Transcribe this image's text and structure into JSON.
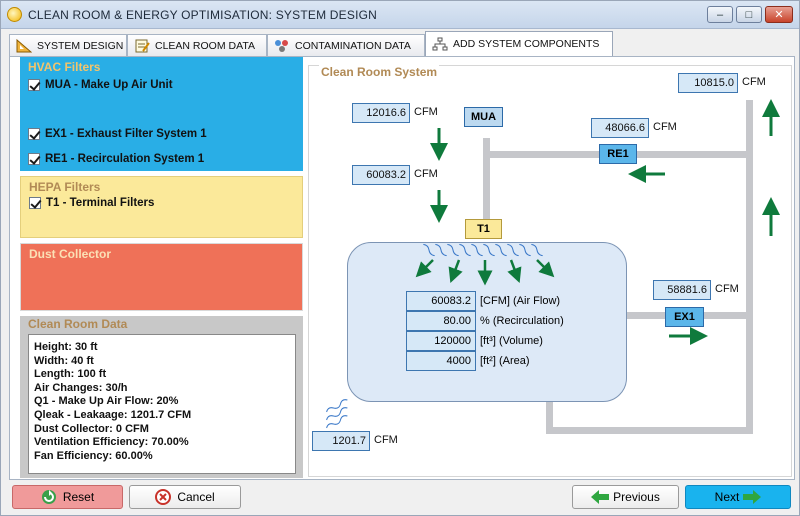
{
  "window": {
    "title": "CLEAN ROOM & ENERGY OPTIMISATION: SYSTEM DESIGN",
    "minimize_glyph": "–",
    "maximize_glyph": "□",
    "close_glyph": "✕"
  },
  "tabs": [
    {
      "label": "SYSTEM DESIGN",
      "icon": "ruler-triangle-icon"
    },
    {
      "label": "CLEAN ROOM DATA",
      "icon": "notepad-icon"
    },
    {
      "label": "CONTAMINATION DATA",
      "icon": "molecules-icon"
    },
    {
      "label": "ADD SYSTEM COMPONENTS",
      "icon": "hierarchy-icon"
    }
  ],
  "hvac": {
    "title": "HVAC Filters",
    "items": [
      {
        "label": "MUA - Make Up Air Unit",
        "checked": true
      },
      {
        "label": "EX1 - Exhaust Filter System 1",
        "checked": true
      },
      {
        "label": "RE1 - Recirculation System 1",
        "checked": true
      }
    ]
  },
  "hepa": {
    "title": "HEPA Filters",
    "items": [
      {
        "label": "T1 - Terminal Filters",
        "checked": true
      }
    ]
  },
  "dust": {
    "title": "Dust Collector"
  },
  "room_data": {
    "title": "Clean Room Data",
    "lines": [
      "Height: 30 ft",
      "Width: 40 ft",
      "Length: 100 ft",
      "Air Changes: 30/h",
      "Q1 - Make Up Air Flow: 20%",
      "Qleak - Leakaage: 1201.7 CFM",
      "Dust Collector: 0 CFM",
      "Ventilation Efficiency: 70.00%",
      "Fan Efficiency: 60.00%"
    ]
  },
  "diagram": {
    "title": "Clean Room System",
    "unit": "CFM",
    "flows": {
      "mua_in": "12016.6",
      "t1_in": "60083.2",
      "exhaust_out": "10815.0",
      "re1": "48066.6",
      "ex1": "58881.6",
      "leak": "1201.7"
    },
    "components": {
      "mua": "MUA",
      "re1": "RE1",
      "t1": "T1",
      "ex1": "EX1"
    },
    "room": [
      {
        "value": "60083.2",
        "label": "[CFM] (Air Flow)"
      },
      {
        "value": "80.00",
        "label": "% (Recirculation)"
      },
      {
        "value": "120000",
        "label": "[ft³] (Volume)"
      },
      {
        "value": "4000",
        "label": "[ft²] (Area)"
      }
    ]
  },
  "buttons": {
    "reset": "Reset",
    "cancel": "Cancel",
    "previous": "Previous",
    "next": "Next"
  },
  "colors": {
    "hvac_bg": "#29aee6",
    "hepa_bg": "#fbe99a",
    "dust_bg": "#ef7158",
    "section_title": "#b18a55",
    "arrow_green": "#0f7a3c"
  }
}
